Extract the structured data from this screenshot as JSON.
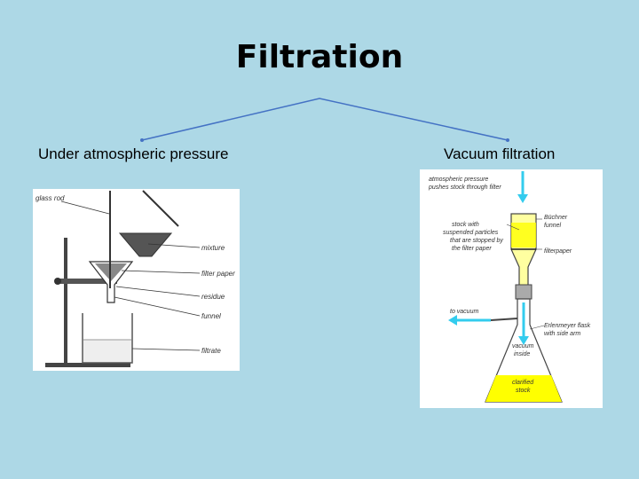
{
  "title": "Filtration",
  "left": {
    "label": "Under atmospheric pressure",
    "diagram": {
      "glass_rod": "glass rod",
      "mixture": "mixture",
      "filter_paper": "filter paper",
      "residue": "residue",
      "funnel": "funnel",
      "filtrate": "filtrate"
    }
  },
  "right": {
    "label": "Vacuum filtration",
    "diagram": {
      "pressure_l1": "atmospheric pressure",
      "pressure_l2": "pushes stock through filter",
      "stock_l1": "stock with",
      "stock_l2": "suspended particles",
      "stock_l3": "that are stopped by",
      "stock_l4": "the filter paper",
      "buchner_l1": "Büchner",
      "buchner_l2": "funnel",
      "filterpaper": "filterpaper",
      "to_vacuum": "to vacuum",
      "flask_l1": "Erlenmeyer flask",
      "flask_l2": "with side arm",
      "vacuum_l1": "vacuum",
      "vacuum_l2": "inside",
      "clarified_l1": "clarified",
      "clarified_l2": "stock"
    }
  },
  "colors": {
    "background": "#add8e6",
    "connector": "#4472c4",
    "arrow": "#33ccee",
    "liquid": "#ffff00",
    "funnel_yellow": "#ffffa0"
  }
}
